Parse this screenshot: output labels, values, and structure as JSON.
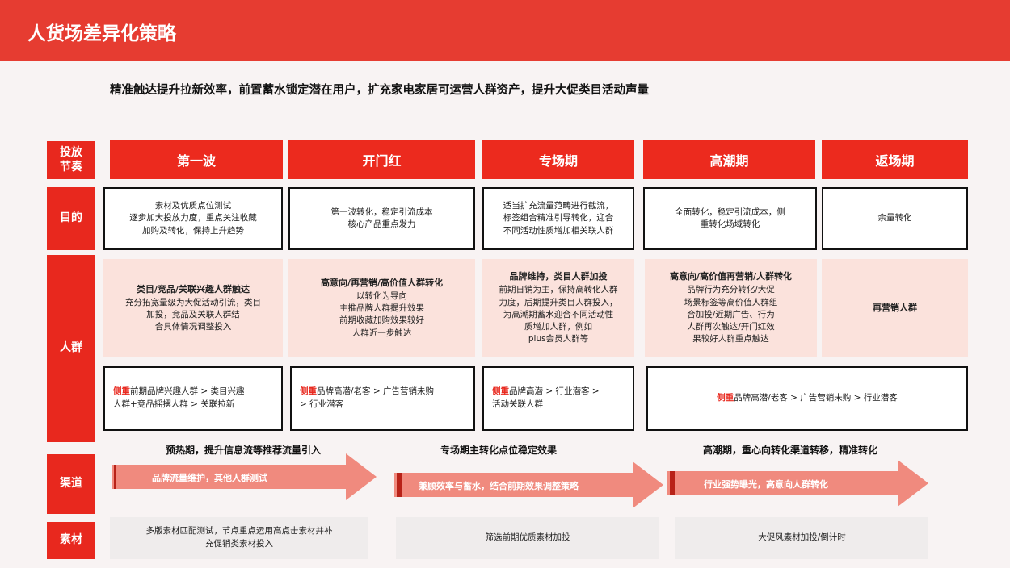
{
  "header": {
    "title": "人货场差异化策略"
  },
  "subtitle": "精准触达提升拉新效率，前置蓄水锁定潜在用户，扩充家电家居可运营人群资产，提升大促类目活动声量",
  "row_labels": {
    "rhythm": "投放\n节奏",
    "purpose": "目的",
    "crowd": "人群",
    "channel": "渠道",
    "material": "素材"
  },
  "phases": [
    "第一波",
    "开门红",
    "专场期",
    "高潮期",
    "返场期"
  ],
  "purposes": [
    "素材及优质点位测试\n逐步加大投放力度，重点关注收藏\n加购及转化，保持上升趋势",
    "第一波转化，稳定引流成本\n核心产品重点发力",
    "适当扩充流量范畴进行截流，\n标签组合精准引导转化，迎合\n不同活动性质增加相关联人群",
    "全面转化，稳定引流成本，侧\n重转化场域转化",
    "余量转化"
  ],
  "crowd_strategies": [
    {
      "heading": "类目/竞品/关联兴趣人群触达",
      "body": "充分拓宽量级为大促活动引流，类目\n加投，竞品及关联人群结\n合具体情况调整投入"
    },
    {
      "heading": "高意向/再营销/高价值人群转化",
      "body": "以转化为导向\n主推品牌人群提升效果\n前期收藏加购效果较好\n人群近一步触达"
    },
    {
      "heading": "品牌维持，类目人群加投",
      "body": "前期日销为主，保持高转化人群\n力度，后期提升类目人群投入，\n为高潮期蓄水迎合不同活动性\n质增加人群，例如\nplus会员人群等"
    },
    {
      "heading": "高意向/高价值再营销/人群转化",
      "body": "品牌行为充分转化/大促\n场景标签等高价值人群组\n合加投/近期广告、行为\n人群再次触达/开门红效\n果较好人群重点触达"
    },
    {
      "heading": "",
      "body": "再营销人群"
    }
  ],
  "focus_tag": "侧重",
  "crowd_paths": [
    "前期品牌兴趣人群 > 类目兴趣\n人群+竞品摇摆人群 > 关联拉新",
    "品牌高潜/老客 > 广告营销未购\n> 行业潜客",
    "品牌高潜 > 行业潜客 >\n活动关联人群",
    "品牌高潜/老客 > 广告营销未购 > 行业潜客"
  ],
  "channels": [
    {
      "title": "预热期，提升信息流等推荐流量引入",
      "arrow_label": "品牌流量维护，其他人群测试"
    },
    {
      "title": "专场期主转化点位稳定效果",
      "arrow_label": "兼顾效率与蓄水，结合前期效果调整策略"
    },
    {
      "title": "高潮期，重心向转化渠道转移，精准转化",
      "arrow_label": "行业强势曝光，高意向人群转化"
    }
  ],
  "materials": [
    "多版素材匹配测试，节点重点运用高点击素材并补\n充促销类素材投入",
    "筛选前期优质素材加投",
    "大促风素材加投/倒计时"
  ],
  "colors": {
    "brand_red": "#e63c31",
    "label_red": "#e8281e",
    "pink_fill": "#fbe2dc",
    "arrow_fill": "#f08a7e"
  }
}
